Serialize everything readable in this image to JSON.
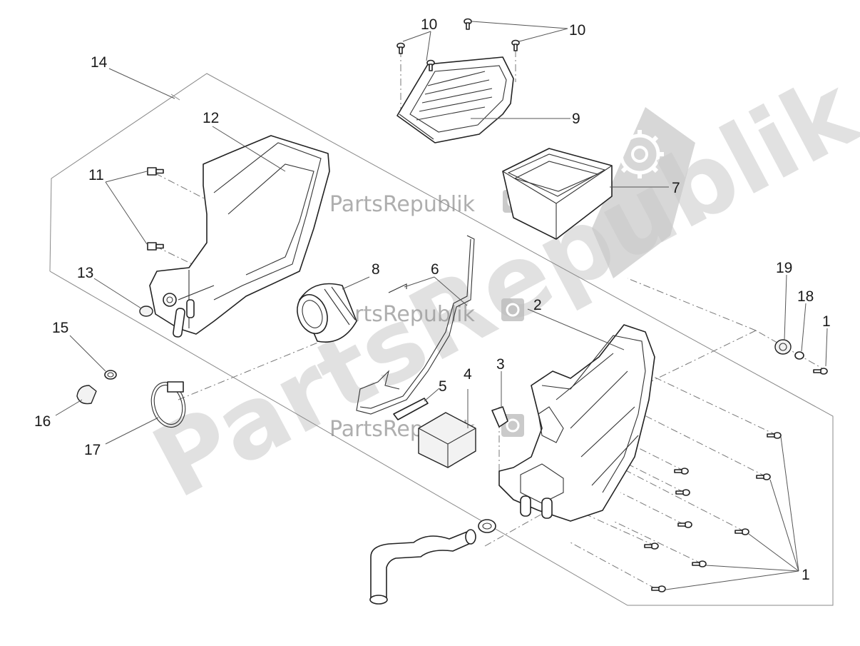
{
  "watermark": {
    "large_text": "PartsRepublik",
    "small_text": "PartsRepublik"
  },
  "callouts": {
    "c1a": "1",
    "c1b": "1",
    "c2": "2",
    "c3": "3",
    "c4": "4",
    "c5": "5",
    "c6": "6",
    "c7": "7",
    "c8": "8",
    "c9": "9",
    "c10a": "10",
    "c10b": "10",
    "c11": "11",
    "c12": "12",
    "c13": "13",
    "c14": "14",
    "c15": "15",
    "c16": "16",
    "c17": "17",
    "c18": "18",
    "c19": "19"
  }
}
